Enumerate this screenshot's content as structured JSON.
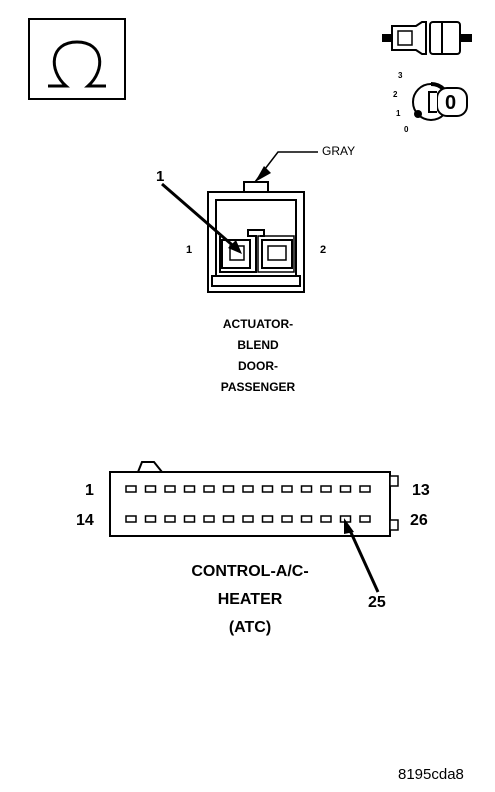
{
  "icons": {
    "ohm_symbol": "ohm-meter-icon",
    "connector_pair": "connector-disconnect-icon",
    "ignition": "ignition-key-icon"
  },
  "ignition": {
    "positions": [
      "3",
      "2",
      "1",
      "0"
    ],
    "key_label": "0"
  },
  "actuator_connector": {
    "wire_color": "GRAY",
    "callout": "1",
    "pin_left": "1",
    "pin_right": "2",
    "name_lines": [
      "ACTUATOR-",
      "BLEND",
      "DOOR-",
      "PASSENGER"
    ]
  },
  "control_connector": {
    "top_left_pin": "1",
    "top_right_pin": "13",
    "bottom_left_pin": "14",
    "bottom_right_pin": "26",
    "callout": "25",
    "name_lines": [
      "CONTROL-A/C-",
      "HEATER",
      "(ATC)"
    ]
  },
  "figure_id": "8195cda8"
}
